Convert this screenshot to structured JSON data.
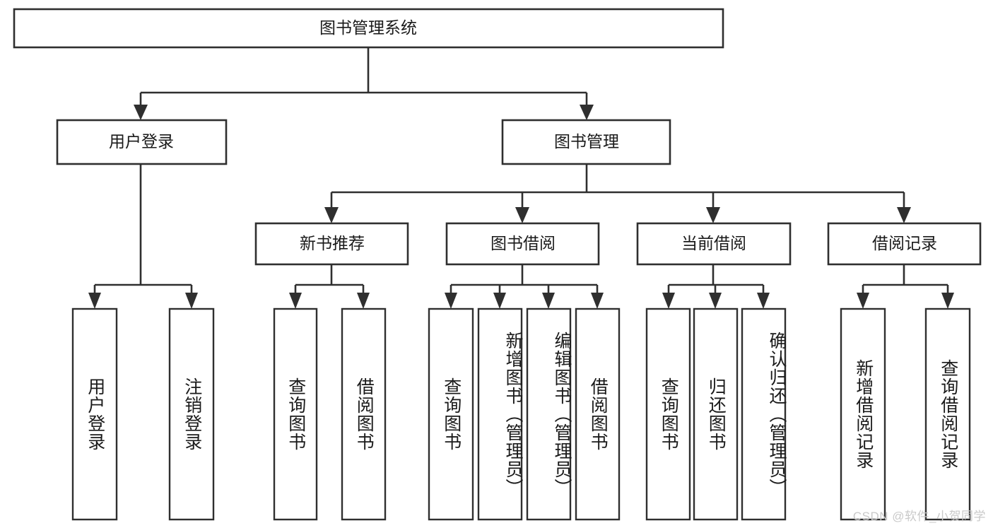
{
  "diagram": {
    "type": "tree-hierarchy-functional-decomposition",
    "title": "图书管理系统",
    "watermark": "CSDN @软件_小贺同学",
    "colors": {
      "stroke": "#2f2f2f",
      "fill": "#ffffff",
      "text": "#1a1a1a",
      "watermark": "#c9c9c9",
      "background": "#ffffff"
    },
    "levels": [
      {
        "level": 1,
        "nodes": [
          {
            "id": "root",
            "label": "图书管理系统",
            "orientation": "horizontal"
          }
        ]
      },
      {
        "level": 2,
        "nodes": [
          {
            "id": "user-login",
            "label": "用户登录",
            "orientation": "horizontal",
            "parent": "root"
          },
          {
            "id": "book-manage",
            "label": "图书管理",
            "orientation": "horizontal",
            "parent": "root"
          }
        ]
      },
      {
        "level": 3,
        "nodes": [
          {
            "id": "new-book-rec",
            "label": "新书推荐",
            "orientation": "horizontal",
            "parent": "book-manage"
          },
          {
            "id": "book-borrow",
            "label": "图书借阅",
            "orientation": "horizontal",
            "parent": "book-manage"
          },
          {
            "id": "current-borrow",
            "label": "当前借阅",
            "orientation": "horizontal",
            "parent": "book-manage"
          },
          {
            "id": "borrow-record",
            "label": "借阅记录",
            "orientation": "horizontal",
            "parent": "book-manage"
          }
        ]
      },
      {
        "level": 4,
        "nodes": [
          {
            "id": "leaf-user-login",
            "label": "用户登录",
            "orientation": "vertical",
            "parent": "user-login"
          },
          {
            "id": "leaf-user-logout",
            "label": "注销登录",
            "orientation": "vertical",
            "parent": "user-login"
          },
          {
            "id": "leaf-rec-query",
            "label": "查询图书",
            "orientation": "vertical",
            "parent": "new-book-rec"
          },
          {
            "id": "leaf-rec-borrow",
            "label": "借阅图书",
            "orientation": "vertical",
            "parent": "new-book-rec"
          },
          {
            "id": "leaf-borrow-query",
            "label": "查询图书",
            "orientation": "vertical",
            "parent": "book-borrow"
          },
          {
            "id": "leaf-borrow-add",
            "label": "新增图书（管理员）",
            "orientation": "vertical",
            "parent": "book-borrow"
          },
          {
            "id": "leaf-borrow-edit",
            "label": "编辑图书（管理员）",
            "orientation": "vertical",
            "parent": "book-borrow"
          },
          {
            "id": "leaf-borrow-lend",
            "label": "借阅图书",
            "orientation": "vertical",
            "parent": "book-borrow"
          },
          {
            "id": "leaf-current-query",
            "label": "查询图书",
            "orientation": "vertical",
            "parent": "current-borrow"
          },
          {
            "id": "leaf-current-return",
            "label": "归还图书",
            "orientation": "vertical",
            "parent": "current-borrow"
          },
          {
            "id": "leaf-current-confirm",
            "label": "确认归还（管理员）",
            "orientation": "vertical",
            "parent": "current-borrow"
          },
          {
            "id": "leaf-record-add",
            "label": "新增借阅记录",
            "orientation": "vertical",
            "parent": "borrow-record"
          },
          {
            "id": "leaf-record-query",
            "label": "查询借阅记录",
            "orientation": "vertical",
            "parent": "borrow-record"
          }
        ]
      }
    ]
  }
}
